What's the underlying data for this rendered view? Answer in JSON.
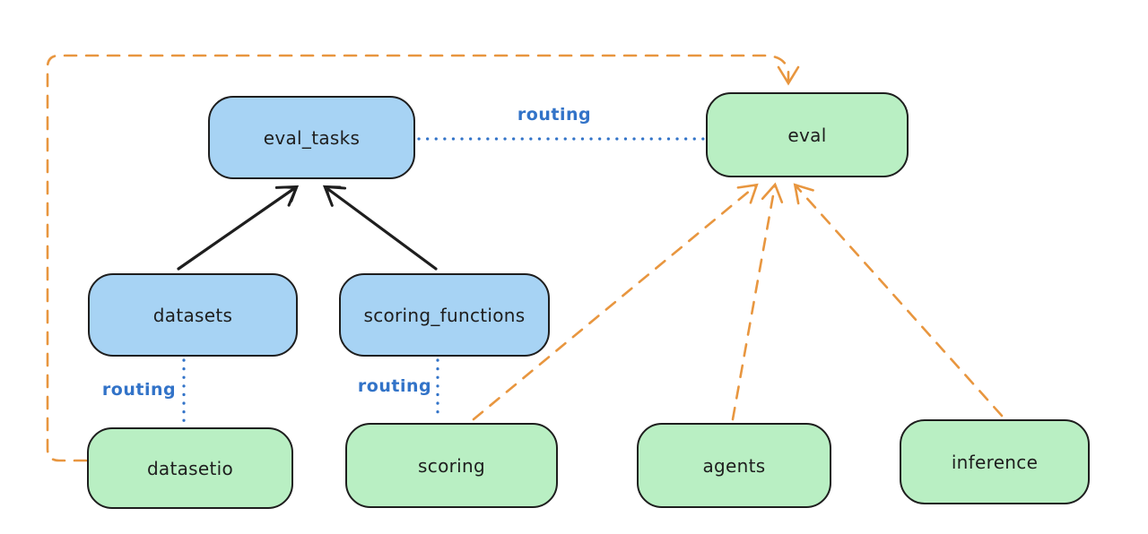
{
  "diagram": {
    "type": "flowchart",
    "background_color": "#ffffff",
    "colors": {
      "api_node_fill": "#a7d3f4",
      "provider_node_fill": "#b9efc3",
      "node_stroke": "#1e1e1e",
      "node_text": "#1e1e1e",
      "solid_arrow": "#1e1e1e",
      "routing_blue": "#3273c8",
      "dashed_orange": "#e8963f"
    },
    "nodes": {
      "eval_tasks": {
        "label": "eval_tasks",
        "fill": "#a7d3f4"
      },
      "eval": {
        "label": "eval",
        "fill": "#b9efc3"
      },
      "datasets": {
        "label": "datasets",
        "fill": "#a7d3f4"
      },
      "scoring_functions": {
        "label": "scoring_functions",
        "fill": "#a7d3f4"
      },
      "datasetio": {
        "label": "datasetio",
        "fill": "#b9efc3"
      },
      "scoring": {
        "label": "scoring",
        "fill": "#b9efc3"
      },
      "agents": {
        "label": "agents",
        "fill": "#b9efc3"
      },
      "inference": {
        "label": "inference",
        "fill": "#b9efc3"
      }
    },
    "edge_labels": {
      "routing_eval": "routing",
      "routing_datasetio": "routing",
      "routing_scoring": "routing"
    },
    "edges": [
      {
        "from": "datasets",
        "to": "eval_tasks",
        "style": "solid",
        "arrow": true,
        "color": "#1e1e1e"
      },
      {
        "from": "scoring_functions",
        "to": "eval_tasks",
        "style": "solid",
        "arrow": true,
        "color": "#1e1e1e"
      },
      {
        "from": "eval_tasks",
        "to": "eval",
        "style": "dotted",
        "arrow": false,
        "color": "#3273c8",
        "label": "routing"
      },
      {
        "from": "datasets",
        "to": "datasetio",
        "style": "dotted",
        "arrow": false,
        "color": "#3273c8",
        "label": "routing"
      },
      {
        "from": "scoring_functions",
        "to": "scoring",
        "style": "dotted",
        "arrow": false,
        "color": "#3273c8",
        "label": "routing"
      },
      {
        "from": "datasetio",
        "to": "eval",
        "style": "dashed",
        "arrow": true,
        "color": "#e8963f"
      },
      {
        "from": "scoring",
        "to": "eval",
        "style": "dashed",
        "arrow": true,
        "color": "#e8963f"
      },
      {
        "from": "agents",
        "to": "eval",
        "style": "dashed",
        "arrow": true,
        "color": "#e8963f"
      },
      {
        "from": "inference",
        "to": "eval",
        "style": "dashed",
        "arrow": true,
        "color": "#e8963f"
      }
    ]
  }
}
